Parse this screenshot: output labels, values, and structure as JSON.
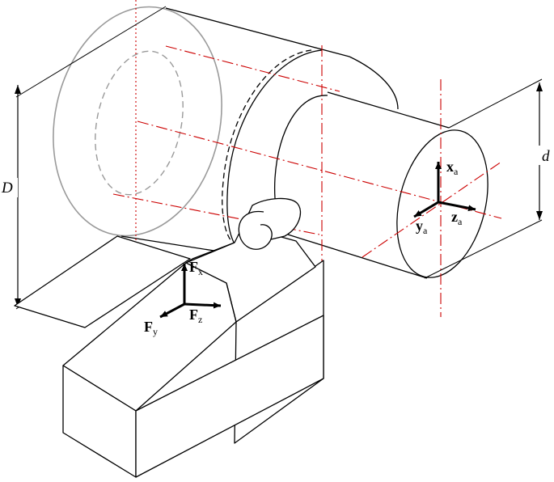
{
  "labels": {
    "D": "D",
    "d": "d",
    "Fx": {
      "main": "F",
      "sub": "x"
    },
    "Fy": {
      "main": "F",
      "sub": "y"
    },
    "Fz": {
      "main": "F",
      "sub": "z"
    },
    "xa": {
      "main": "x",
      "sub": "a"
    },
    "ya": {
      "main": "y",
      "sub": "a"
    },
    "za": {
      "main": "z",
      "sub": "a"
    }
  },
  "colors": {
    "outline": "#000000",
    "hidden_face": "#9a9a9a",
    "axis_centerline": "#cc0000"
  }
}
